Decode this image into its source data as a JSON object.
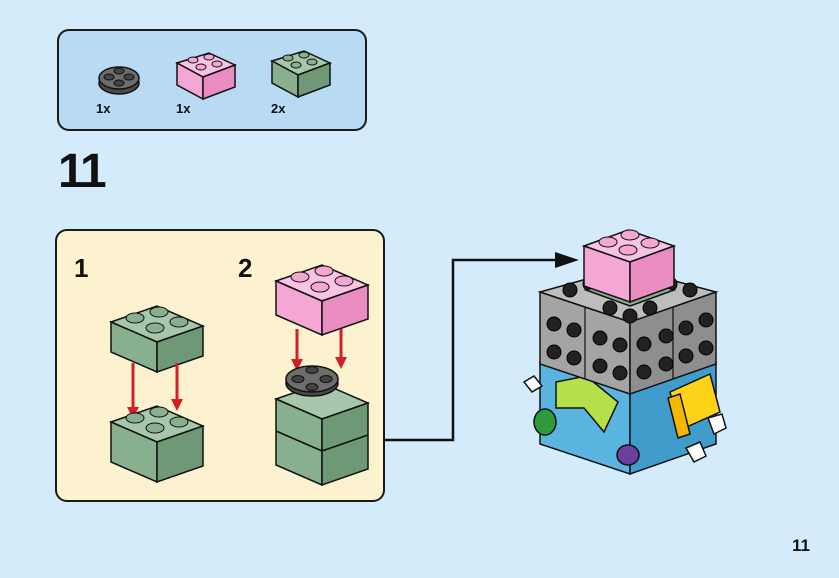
{
  "parts_callout": {
    "items": [
      {
        "icon": "dark-gray-round-plate-icon",
        "qty": "1x",
        "color": "#6d6d6d"
      },
      {
        "icon": "pink-2x2-brick-icon",
        "qty": "1x",
        "color": "#f4a6d4"
      },
      {
        "icon": "sand-green-2x2-brick-icon",
        "qty": "2x",
        "color": "#88b08f"
      }
    ]
  },
  "step": {
    "number": "11"
  },
  "substeps": [
    {
      "number": "1"
    },
    {
      "number": "2"
    }
  ],
  "page": {
    "number": "11"
  },
  "colors": {
    "background": "#d4ebfb",
    "callout": "#b9daf3",
    "substep_panel": "#fdf2cf",
    "arrow": "#d1202a",
    "pink": "#f4a6d4",
    "sand_green": "#88b08f",
    "dark_gray": "#6d6d6d",
    "light_gray": "#a4a4a4",
    "blue": "#5ab4e0",
    "lime": "#b5e04a",
    "yellow": "#ffd31a"
  }
}
